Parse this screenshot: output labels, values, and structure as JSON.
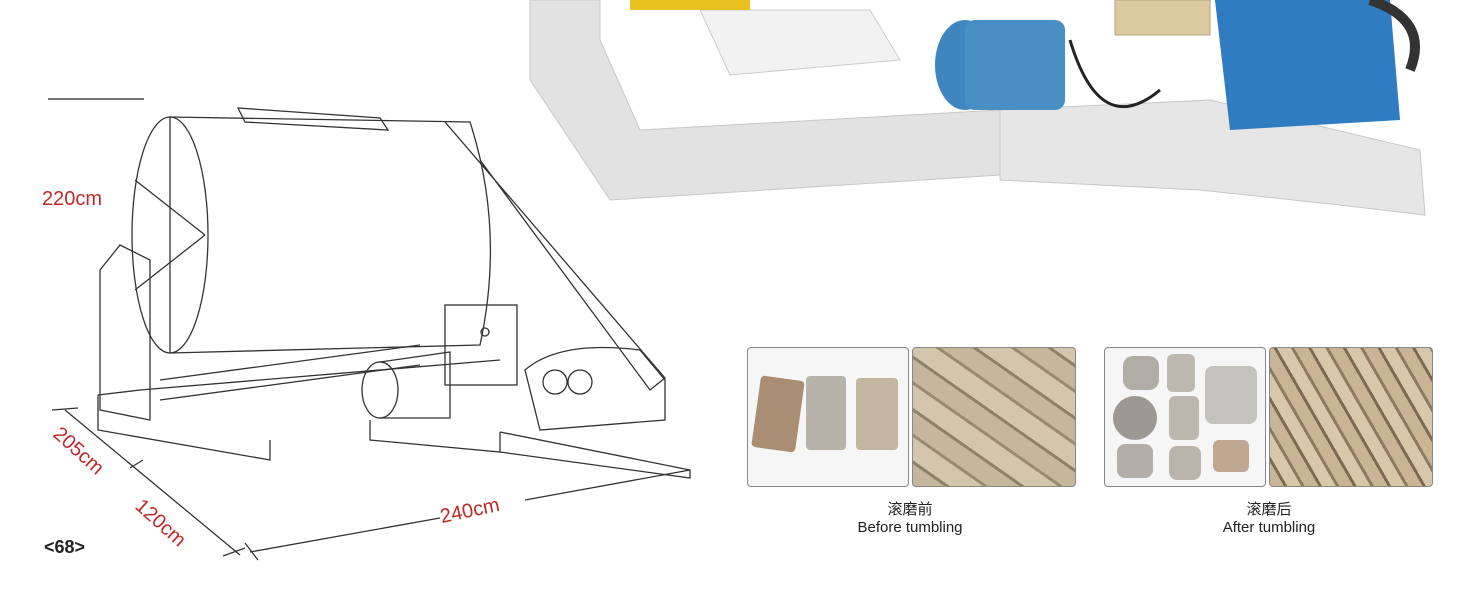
{
  "drawing": {
    "height_label": "220cm",
    "depth_label_1": "205cm",
    "depth_label_2": "120cm",
    "length_label": "240cm"
  },
  "page_number": "<68>",
  "samples": [
    {
      "caption_zh": "滚磨前",
      "caption_en": "Before tumbling"
    },
    {
      "caption_zh": "滚磨后",
      "caption_en": "After tumbling"
    }
  ],
  "colors": {
    "dimension": "#c0282a",
    "motor": "#4a8fc4",
    "frame": "#e4e4e4"
  }
}
